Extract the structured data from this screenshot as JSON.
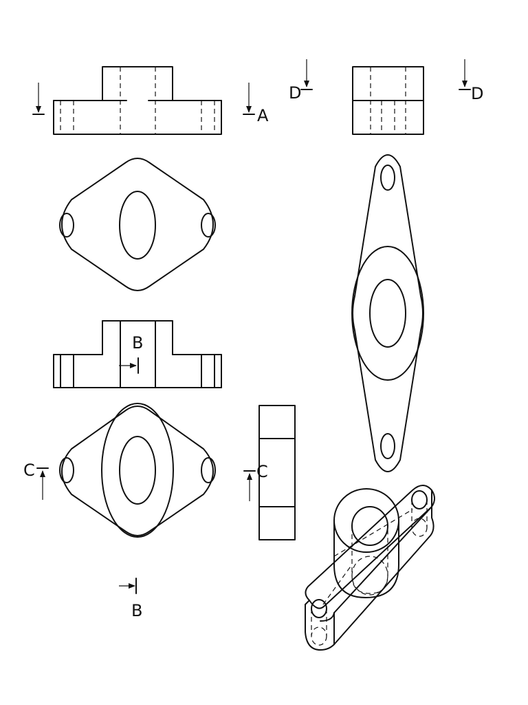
{
  "section_labels": {
    "a_right": "A",
    "b_upper": "B",
    "b_lower": "B",
    "c_left": "C",
    "c_mid": "C",
    "d_left": "D",
    "d_right": "D"
  },
  "colors": {
    "line": "#111111",
    "background": "#ffffff"
  }
}
